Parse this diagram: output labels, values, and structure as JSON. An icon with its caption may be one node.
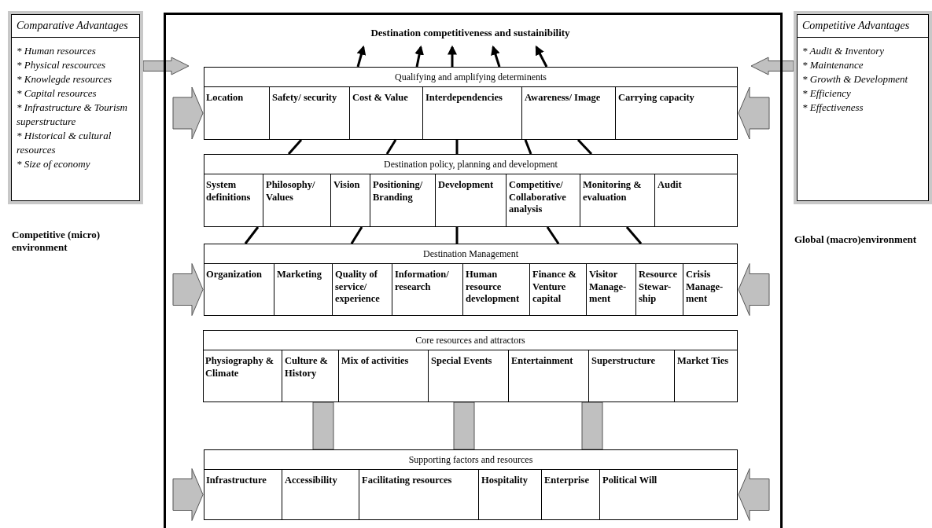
{
  "diagram": {
    "nodes": [
      {
        "text": [
          "Comparative Advantages",
          "* Human resources",
          "* Physical rescources",
          "* Knowlegde resources",
          "* Capital resources",
          "* Infrastructure & Tourism superstructure",
          "* Historical & cultural resources",
          "* Size of economy"
        ]
      },
      {
        "text": [],
        "shape": "box"
      },
      {
        "text": [
          "Destination competitiveness and sustainibility"
        ],
        "in": 1
      },
      {
        "text": [
          "Qualifying and amplifying determinents"
        ],
        "in": 1
      },
      {
        "text": [
          "Location"
        ],
        "in": 3
      },
      {
        "text": [
          "Safety/ security"
        ],
        "in": 3
      },
      {
        "text": [
          "Cost & Value"
        ],
        "in": 3
      },
      {
        "text": [
          "Interdependencies"
        ],
        "in": 3
      },
      {
        "text": [
          "Awareness/ Image"
        ],
        "in": 3
      },
      {
        "text": [
          "Carrying capacity"
        ],
        "in": 3
      },
      {
        "text": [
          "Destination policy, planning and development"
        ],
        "in": 1
      },
      {
        "text": [
          "System definitions"
        ],
        "in": 10
      },
      {
        "text": [
          "Philosophy/ Values"
        ],
        "in": 10
      },
      {
        "text": [
          "Vision"
        ],
        "in": 10
      },
      {
        "text": [
          "Positioning/ Branding"
        ],
        "in": 10
      },
      {
        "text": [
          "Development"
        ],
        "in": 10
      },
      {
        "text": [
          "Competitive/ Collaborative analysis"
        ],
        "in": 10
      },
      {
        "text": [
          "Monitoring & evaluation"
        ],
        "in": 10
      },
      {
        "text": [
          "Audit"
        ],
        "in": 10
      },
      {
        "text": [
          "Destination Management"
        ],
        "in": 1
      },
      {
        "text": [
          "Organization"
        ],
        "in": 19
      },
      {
        "text": [
          "Marketing"
        ],
        "in": 19
      },
      {
        "text": [
          "Quality of service/ experience"
        ],
        "in": 19
      },
      {
        "text": [
          "Information/ research"
        ],
        "in": 19
      },
      {
        "text": [
          "Human resource development"
        ],
        "in": 19
      },
      {
        "text": [
          "Finance & Venture capital"
        ],
        "in": 19
      },
      {
        "text": [
          "Visitor Manage- ment"
        ],
        "in": 19
      },
      {
        "text": [
          "Resource Stewar- ship"
        ],
        "in": 19
      },
      {
        "text": [
          "Crisis Manage- ment"
        ],
        "in": 19
      },
      {
        "text": [
          "Core resources and attractors"
        ],
        "in": 1
      },
      {
        "text": [
          "Physiography & Climate"
        ],
        "in": 29
      },
      {
        "text": [
          "Culture & History"
        ],
        "in": 29
      },
      {
        "text": [
          "Mix of activities"
        ],
        "in": 29
      },
      {
        "text": [
          "Special Events"
        ],
        "in": 29
      },
      {
        "text": [
          "Entertainment"
        ],
        "in": 29
      },
      {
        "text": [
          "Superstructure"
        ],
        "in": 29
      },
      {
        "text": [
          "Market Ties"
        ],
        "in": 29
      },
      {
        "text": [
          "Supporting factors and resources"
        ],
        "in": 1
      },
      {
        "text": [
          "Infrastructure"
        ],
        "in": 37
      },
      {
        "text": [
          "Accessibility"
        ],
        "in": 37
      },
      {
        "text": [
          "Facilitating resources"
        ],
        "in": 37
      },
      {
        "text": [
          "Hospitality"
        ],
        "in": 37
      },
      {
        "text": [
          "Enterprise"
        ],
        "in": 37
      },
      {
        "text": [
          "Political Will"
        ],
        "in": 37
      },
      {
        "text": [
          "Competitive Advantages",
          "* Audit & Inventory",
          "* Maintenance",
          "* Growth & Development",
          "* Efficiency",
          "* Effectiveness"
        ]
      }
    ],
    "edges": [
      {
        "from": 0,
        "to": 1,
        "arrow": "to",
        "style": "thick",
        "color": "#c0c0c0"
      },
      {
        "from": 44,
        "to": 1,
        "arrow": "to",
        "style": "thick",
        "color": "#c0c0c0"
      },
      {
        "from": null,
        "to": 3,
        "arrow": "to",
        "style": "thick",
        "color": "#c0c0c0"
      },
      {
        "from": null,
        "to": 19,
        "arrow": "to",
        "style": "thick",
        "color": "#c0c0c0"
      },
      {
        "from": null,
        "to": 37,
        "arrow": "to",
        "style": "thick",
        "color": "#c0c0c0"
      },
      {
        "from": null,
        "to": 3,
        "arrow": "to",
        "style": "thick",
        "color": "#c0c0c0"
      },
      {
        "from": null,
        "to": 19,
        "arrow": "to",
        "style": "thick",
        "color": "#c0c0c0"
      },
      {
        "from": null,
        "to": 37,
        "arrow": "to",
        "style": "thick",
        "color": "#c0c0c0"
      },
      {
        "from": 3,
        "to": 2,
        "arrow": "to"
      },
      {
        "from": 3,
        "to": 2,
        "arrow": "to"
      },
      {
        "from": 3,
        "to": 2,
        "arrow": "to"
      },
      {
        "from": 3,
        "to": 2,
        "arrow": "to"
      },
      {
        "from": 3,
        "to": 2,
        "arrow": "to"
      },
      {
        "from": 3,
        "to": 10,
        "arrow": "none"
      },
      {
        "from": 3,
        "to": 10,
        "arrow": "none"
      },
      {
        "from": 3,
        "to": 10,
        "arrow": "none"
      },
      {
        "from": 3,
        "to": 10,
        "arrow": "none"
      },
      {
        "from": 3,
        "to": 10,
        "arrow": "none"
      },
      {
        "from": 10,
        "to": 19,
        "arrow": "none"
      },
      {
        "from": 10,
        "to": 19,
        "arrow": "none"
      },
      {
        "from": 10,
        "to": 19,
        "arrow": "none"
      },
      {
        "from": 10,
        "to": 19,
        "arrow": "none"
      },
      {
        "from": 10,
        "to": 19,
        "arrow": "none"
      },
      {
        "from": 29,
        "to": 37,
        "arrow": "none",
        "style": "thick",
        "color": "#c0c0c0"
      },
      {
        "from": 29,
        "to": 37,
        "arrow": "none",
        "style": "thick",
        "color": "#c0c0c0"
      },
      {
        "from": 29,
        "to": 37,
        "arrow": "none",
        "style": "thick",
        "color": "#c0c0c0"
      }
    ],
    "labels": [
      "Competitive (micro) environment",
      "Global (macro)environment"
    ]
  }
}
